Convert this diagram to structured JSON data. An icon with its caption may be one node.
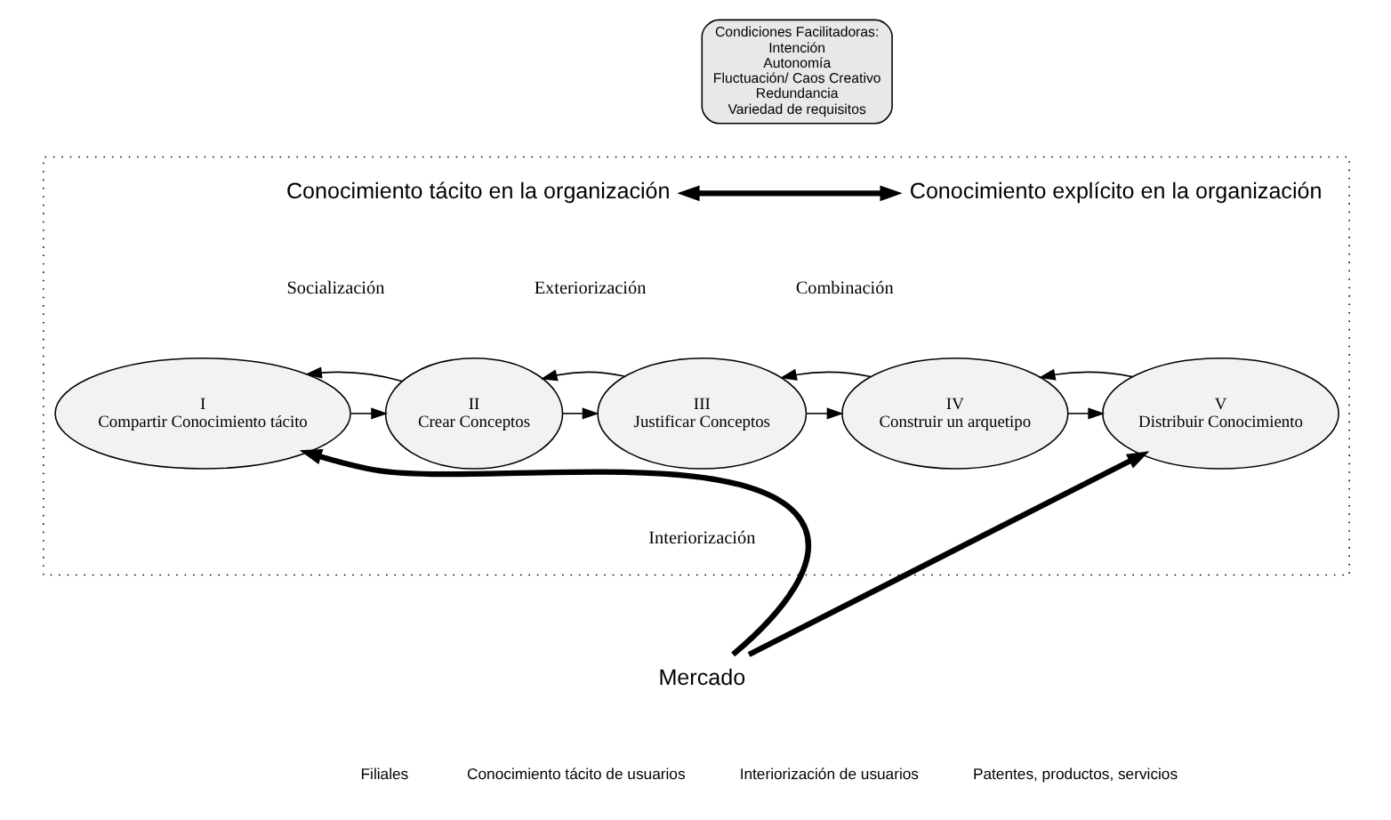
{
  "diagram": {
    "nodes": [
      {
        "text": [
          "Condiciones Facilitadoras:",
          "Intención",
          "Autonomía",
          "Fluctuación/ Caos Creativo",
          "Redundancia",
          "Variedad de requisitos"
        ]
      },
      {
        "text": [],
        "shape": "box"
      },
      {
        "text": [
          "I",
          "Compartir Conocimiento tácito"
        ],
        "in": 1
      },
      {
        "text": [
          "II",
          "Crear Conceptos"
        ],
        "in": 1
      },
      {
        "text": [
          "III",
          "Justificar Conceptos"
        ],
        "in": 1
      },
      {
        "text": [
          "IV",
          "Construir un arquetipo"
        ],
        "in": 1
      },
      {
        "text": [
          "V",
          "Distribuir Conocimiento"
        ],
        "in": 1
      },
      {
        "text": [
          "Conocimiento tácito en la organización"
        ],
        "in": 1
      },
      {
        "text": [
          "Conocimiento explícito en la organización"
        ],
        "in": 1
      },
      {
        "text": [
          "Mercado"
        ]
      }
    ],
    "edges": [
      {
        "from": 7,
        "to": 8,
        "arrow": "both",
        "style": "thick"
      },
      {
        "from": 2,
        "to": 3,
        "arrow": "to"
      },
      {
        "from": 3,
        "to": 4,
        "arrow": "to"
      },
      {
        "from": 4,
        "to": 5,
        "arrow": "to"
      },
      {
        "from": 5,
        "to": 6,
        "arrow": "to"
      },
      {
        "from": 6,
        "to": 5,
        "arrow": "to"
      },
      {
        "from": 5,
        "to": 4,
        "arrow": "to"
      },
      {
        "from": 4,
        "to": 3,
        "arrow": "to"
      },
      {
        "from": 3,
        "to": 2,
        "arrow": "to"
      },
      {
        "from": 9,
        "to": 2,
        "arrow": "to",
        "style": "thick"
      },
      {
        "from": 9,
        "to": 6,
        "arrow": "to",
        "style": "thick"
      }
    ],
    "labels": [
      "Socialización",
      "Exteriorización",
      "Combinación",
      "Interiorización",
      "Filiales",
      "Conocimiento tácito de usuarios",
      "Interiorización de usuarios",
      "Patentes, productos, servicios"
    ]
  }
}
